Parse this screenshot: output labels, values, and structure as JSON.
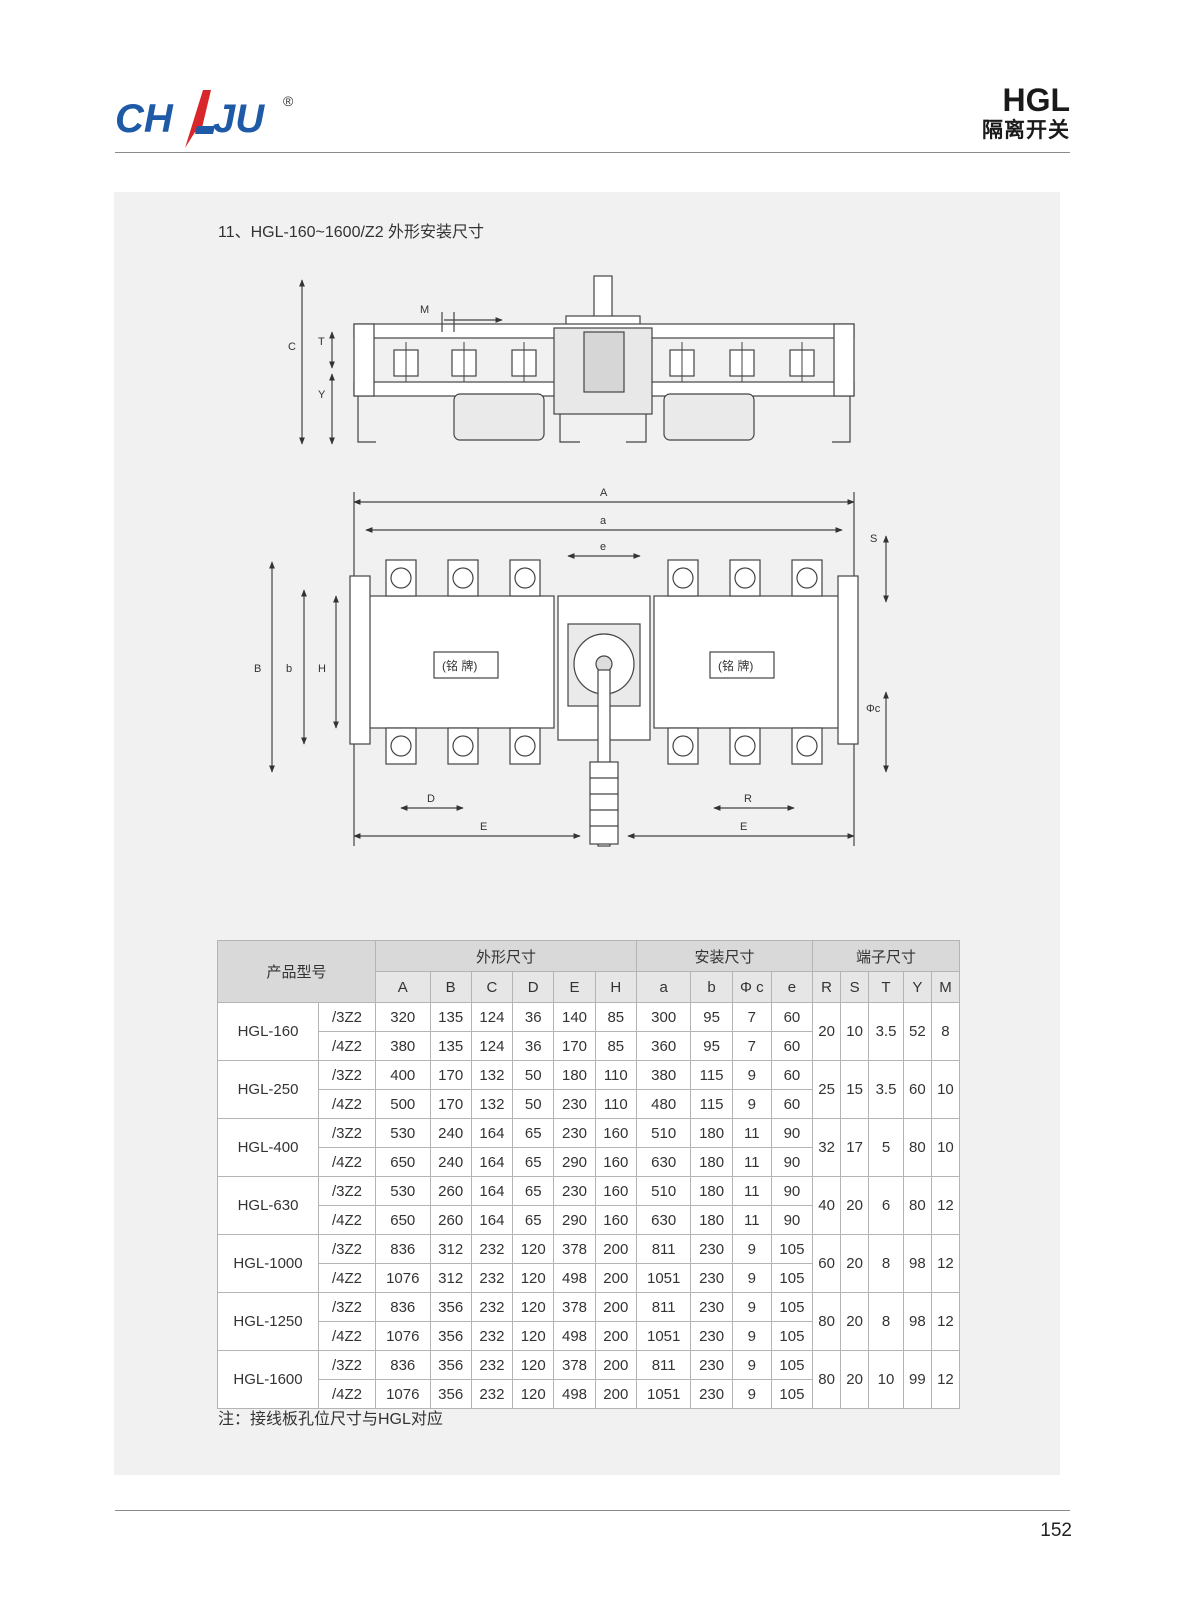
{
  "header": {
    "brand": "CHAJU",
    "registered": "®",
    "code": "HGL",
    "subtitle": "隔离开关"
  },
  "section": {
    "title": "11、HGL-160~1600/Z2 外形安装尺寸"
  },
  "drawing": {
    "side_labels": [
      "M",
      "C",
      "T",
      "Y"
    ],
    "top_labels": [
      "A",
      "a",
      "e",
      "S",
      "B",
      "b",
      "H",
      "D",
      "E",
      "E",
      "R",
      "Φc"
    ],
    "nameplate": "(铭 牌)"
  },
  "table": {
    "model_header": "产品型号",
    "groups": [
      "外形尺寸",
      "安装尺寸",
      "端子尺寸"
    ],
    "columns": [
      "A",
      "B",
      "C",
      "D",
      "E",
      "H",
      "a",
      "b",
      "Φ c",
      "e",
      "R",
      "S",
      "T",
      "Y",
      "M"
    ],
    "rows": [
      {
        "model": "HGL-160",
        "variants": [
          {
            "v": "/3Z2",
            "vals": [
              "320",
              "135",
              "124",
              "36",
              "140",
              "85",
              "300",
              "95",
              "7",
              "60"
            ]
          },
          {
            "v": "/4Z2",
            "vals": [
              "380",
              "135",
              "124",
              "36",
              "170",
              "85",
              "360",
              "95",
              "7",
              "60"
            ]
          }
        ],
        "terminal": [
          "20",
          "10",
          "3.5",
          "52",
          "8"
        ]
      },
      {
        "model": "HGL-250",
        "variants": [
          {
            "v": "/3Z2",
            "vals": [
              "400",
              "170",
              "132",
              "50",
              "180",
              "110",
              "380",
              "115",
              "9",
              "60"
            ]
          },
          {
            "v": "/4Z2",
            "vals": [
              "500",
              "170",
              "132",
              "50",
              "230",
              "110",
              "480",
              "115",
              "9",
              "60"
            ]
          }
        ],
        "terminal": [
          "25",
          "15",
          "3.5",
          "60",
          "10"
        ]
      },
      {
        "model": "HGL-400",
        "variants": [
          {
            "v": "/3Z2",
            "vals": [
              "530",
              "240",
              "164",
              "65",
              "230",
              "160",
              "510",
              "180",
              "11",
              "90"
            ]
          },
          {
            "v": "/4Z2",
            "vals": [
              "650",
              "240",
              "164",
              "65",
              "290",
              "160",
              "630",
              "180",
              "11",
              "90"
            ]
          }
        ],
        "terminal": [
          "32",
          "17",
          "5",
          "80",
          "10"
        ]
      },
      {
        "model": "HGL-630",
        "variants": [
          {
            "v": "/3Z2",
            "vals": [
              "530",
              "260",
              "164",
              "65",
              "230",
              "160",
              "510",
              "180",
              "11",
              "90"
            ]
          },
          {
            "v": "/4Z2",
            "vals": [
              "650",
              "260",
              "164",
              "65",
              "290",
              "160",
              "630",
              "180",
              "11",
              "90"
            ]
          }
        ],
        "terminal": [
          "40",
          "20",
          "6",
          "80",
          "12"
        ]
      },
      {
        "model": "HGL-1000",
        "variants": [
          {
            "v": "/3Z2",
            "vals": [
              "836",
              "312",
              "232",
              "120",
              "378",
              "200",
              "811",
              "230",
              "9",
              "105"
            ]
          },
          {
            "v": "/4Z2",
            "vals": [
              "1076",
              "312",
              "232",
              "120",
              "498",
              "200",
              "1051",
              "230",
              "9",
              "105"
            ]
          }
        ],
        "terminal": [
          "60",
          "20",
          "8",
          "98",
          "12"
        ]
      },
      {
        "model": "HGL-1250",
        "variants": [
          {
            "v": "/3Z2",
            "vals": [
              "836",
              "356",
              "232",
              "120",
              "378",
              "200",
              "811",
              "230",
              "9",
              "105"
            ]
          },
          {
            "v": "/4Z2",
            "vals": [
              "1076",
              "356",
              "232",
              "120",
              "498",
              "200",
              "1051",
              "230",
              "9",
              "105"
            ]
          }
        ],
        "terminal": [
          "80",
          "20",
          "8",
          "98",
          "12"
        ]
      },
      {
        "model": "HGL-1600",
        "variants": [
          {
            "v": "/3Z2",
            "vals": [
              "836",
              "356",
              "232",
              "120",
              "378",
              "200",
              "811",
              "230",
              "9",
              "105"
            ]
          },
          {
            "v": "/4Z2",
            "vals": [
              "1076",
              "356",
              "232",
              "120",
              "498",
              "200",
              "1051",
              "230",
              "9",
              "105"
            ]
          }
        ],
        "terminal": [
          "80",
          "20",
          "10",
          "99",
          "12"
        ]
      }
    ]
  },
  "note": "注：接线板孔位尺寸与HGL对应",
  "page_number": "152",
  "colors": {
    "logo_blue": "#1f5aa6",
    "logo_red": "#d8262b",
    "panel": "#f1f1f1"
  }
}
